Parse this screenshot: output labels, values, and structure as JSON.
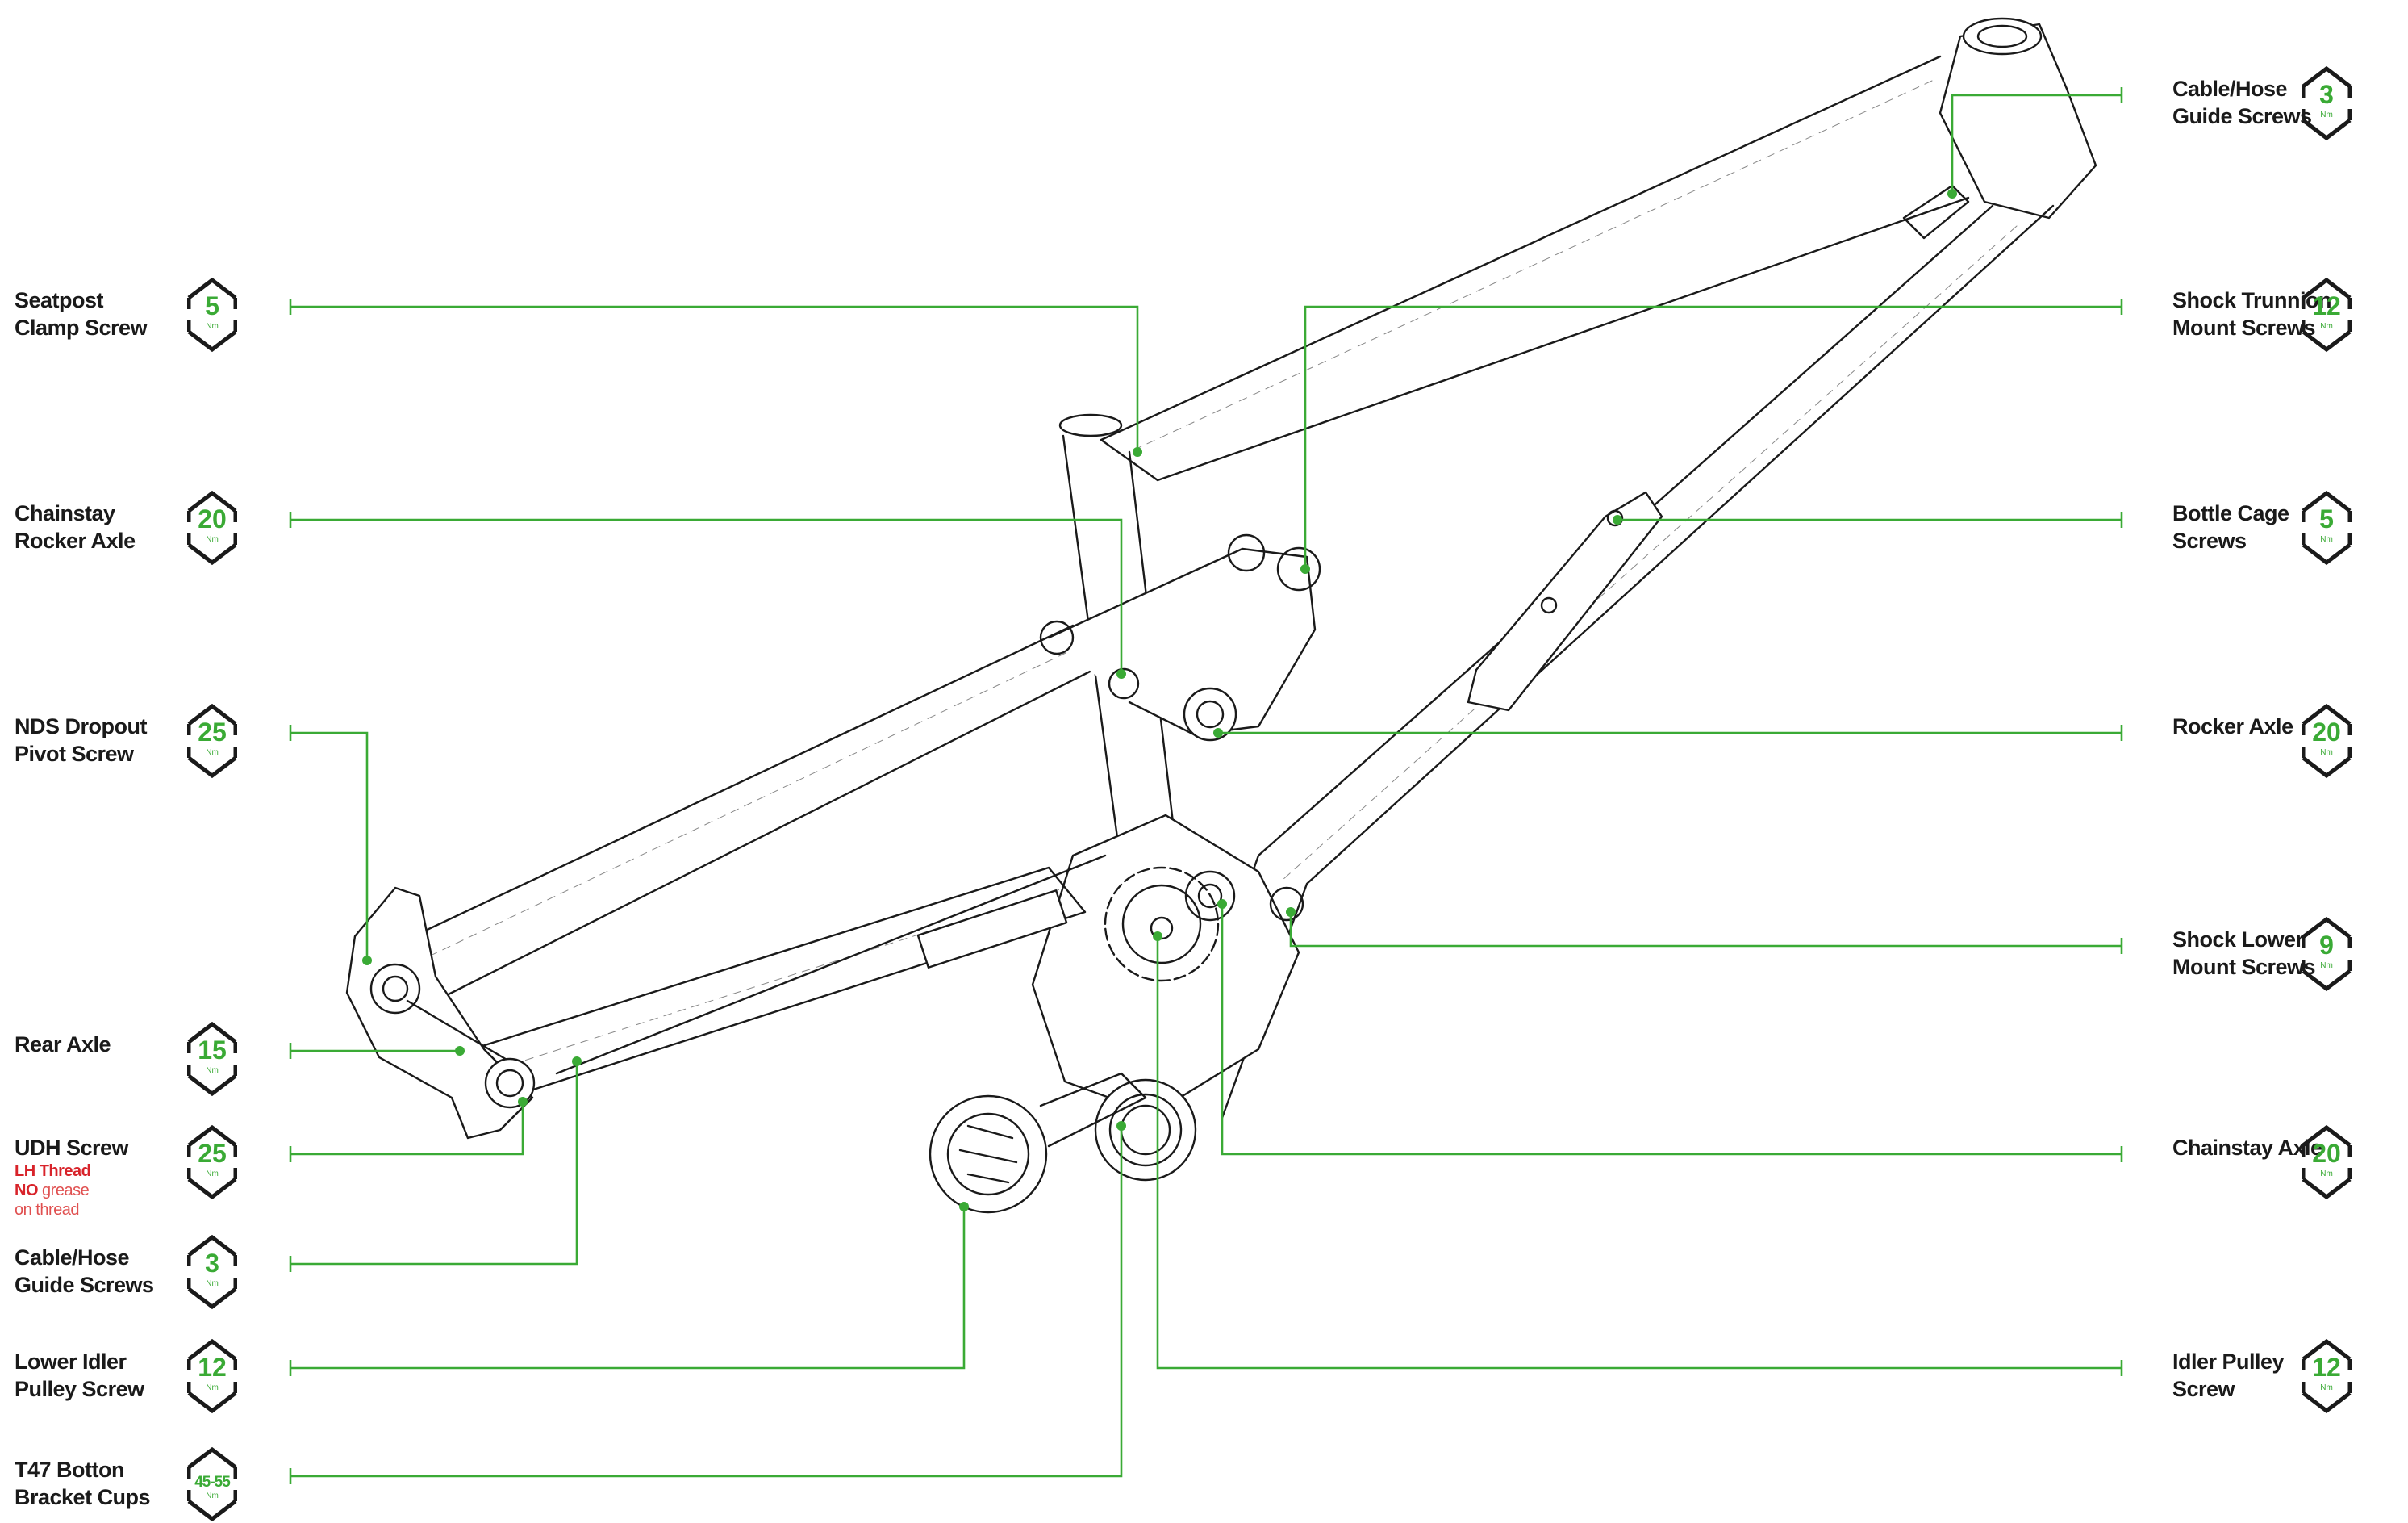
{
  "colors": {
    "accent": "#3aaa35",
    "line": "#3aaa35",
    "warning": "#d8232a",
    "outline": "#1a1a1a"
  },
  "badge_shape": "hexagon-bracket",
  "left_callouts": [
    {
      "lines": [
        "Seatpost",
        "Clamp Screw"
      ],
      "torque": "5",
      "unit": "Nm"
    },
    {
      "lines": [
        "Chainstay",
        "Rocker Axle"
      ],
      "torque": "20",
      "unit": "Nm"
    },
    {
      "lines": [
        "NDS Dropout",
        "Pivot Screw"
      ],
      "torque": "25",
      "unit": "Nm"
    },
    {
      "lines": [
        "Rear Axle"
      ],
      "torque": "15",
      "unit": "Nm"
    },
    {
      "lines": [
        "UDH Screw"
      ],
      "torque": "25",
      "unit": "Nm",
      "note": {
        "strong1": "LH Thread",
        "strong2": "NO",
        "rest2": " grease",
        "line3": "on thread"
      }
    },
    {
      "lines": [
        "Cable/Hose",
        "Guide Screws"
      ],
      "torque": "3",
      "unit": "Nm"
    },
    {
      "lines": [
        "Lower Idler",
        "Pulley Screw"
      ],
      "torque": "12",
      "unit": "Nm"
    },
    {
      "lines": [
        "T47 Botton",
        "Bracket Cups"
      ],
      "torque": "45-55",
      "unit": "Nm"
    }
  ],
  "right_callouts": [
    {
      "lines": [
        "Cable/Hose",
        "Guide Screws"
      ],
      "torque": "3",
      "unit": "Nm"
    },
    {
      "lines": [
        "Shock Trunnion",
        "Mount Screws"
      ],
      "torque": "12",
      "unit": "Nm"
    },
    {
      "lines": [
        "Bottle Cage",
        "Screws"
      ],
      "torque": "5",
      "unit": "Nm"
    },
    {
      "lines": [
        "Rocker Axle"
      ],
      "torque": "20",
      "unit": "Nm"
    },
    {
      "lines": [
        "Shock Lower",
        "Mount Screws"
      ],
      "torque": "9",
      "unit": "Nm"
    },
    {
      "lines": [
        "Chainstay Axle"
      ],
      "torque": "20",
      "unit": "Nm"
    },
    {
      "lines": [
        "Idler Pulley",
        "Screw"
      ],
      "torque": "12",
      "unit": "Nm"
    }
  ]
}
